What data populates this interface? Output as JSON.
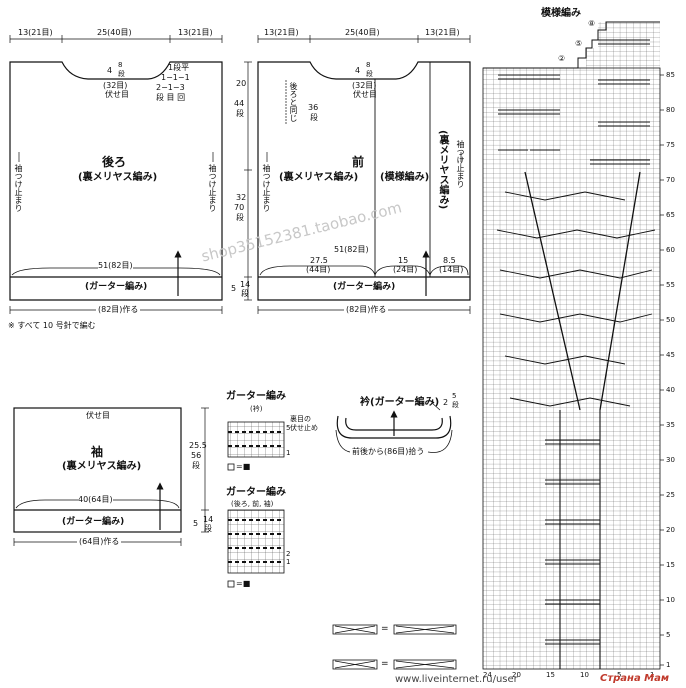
{
  "back": {
    "top_dims": [
      "13(21目)",
      "25(40目)",
      "13(21目)"
    ],
    "neck_rows": [
      "4",
      "8",
      "段"
    ],
    "neck_bind": [
      "(32目)",
      "伏せ目"
    ],
    "neck_shaping": [
      "1段平",
      "1−1−1",
      "2−1−3",
      "段 目 回"
    ],
    "title": "後ろ",
    "subtitle": "(裏メリヤス編み)",
    "sleeve_mark": "袖つけ止まり",
    "pickup": "51(82目)",
    "border": "(ガーター編み)",
    "cast_on": "(82目)作る",
    "side_dims": [
      {
        "cm": "20",
        "rows": "44",
        "unit": "段"
      },
      {
        "cm": "32",
        "rows": "70",
        "unit": "段"
      },
      {
        "cm": "5",
        "rows": "14",
        "unit": "段"
      }
    ],
    "note": "※ すべて 10 号針で編む"
  },
  "front": {
    "top_dims": [
      "13(21目)",
      "25(40目)",
      "13(21目)"
    ],
    "neck_rows": [
      "4",
      "8",
      "段"
    ],
    "neck_bind": [
      "(32目)",
      "伏せ目"
    ],
    "same_as_back": "後ろと同じ",
    "rows36": [
      "36",
      "段"
    ],
    "title": "前",
    "subtitle": "(裏メリヤス編み)",
    "pattern": "(模様編み)",
    "reverse": "(裏メリヤス編み)",
    "sleeve_mark": "袖つけ止まり",
    "pickup": "51(82目)",
    "widths": [
      "27.5",
      "(44目)",
      "15",
      "(24目)",
      "8.5",
      "(14目)"
    ],
    "border": "(ガーター編み)",
    "cast_on": "(82目)作る"
  },
  "sleeve": {
    "bind": "伏せ目",
    "title": "袖",
    "subtitle": "(裏メリヤス編み)",
    "pickup": "40(64目)",
    "border": "(ガーター編み)",
    "cast_on": "(64目)作る",
    "side_dims": [
      {
        "cm": "25.5",
        "rows": "56",
        "unit": "段"
      },
      {
        "cm": "5",
        "rows": "14",
        "unit": "段"
      }
    ]
  },
  "garter1": {
    "title": "ガーター編み",
    "sub": "(衿)",
    "bind_note1": "裏目の",
    "bind_note2": "伏せ止め",
    "row_nums": [
      "5",
      "1"
    ],
    "legend": "=■"
  },
  "garter2": {
    "title": "ガーター編み",
    "sub": "(後ろ, 前, 袖)",
    "row_nums": [
      "2",
      "1"
    ],
    "legend": "=■"
  },
  "collar": {
    "title": "衿(ガーター編み)",
    "rows": [
      "2",
      "5",
      "段"
    ],
    "pickup": "前後から(86目)拾う"
  },
  "pattern_chart": {
    "title": "模様編み",
    "right_rows": [
      "85",
      "80",
      "75",
      "70",
      "65",
      "60",
      "55",
      "50",
      "45",
      "40",
      "35",
      "30",
      "25",
      "20",
      "15",
      "10",
      "5",
      "1"
    ],
    "circled_rows": [
      "⑧",
      "⑤",
      "②"
    ],
    "bottom_cols": [
      "24",
      "20",
      "15",
      "10",
      "5",
      "1"
    ],
    "legend": [
      "=",
      "="
    ]
  },
  "watermark": {
    "shop": "shop35152381.taobao.com",
    "site": "www.liveinternet.ru/user",
    "brand": "Страна Мам"
  }
}
